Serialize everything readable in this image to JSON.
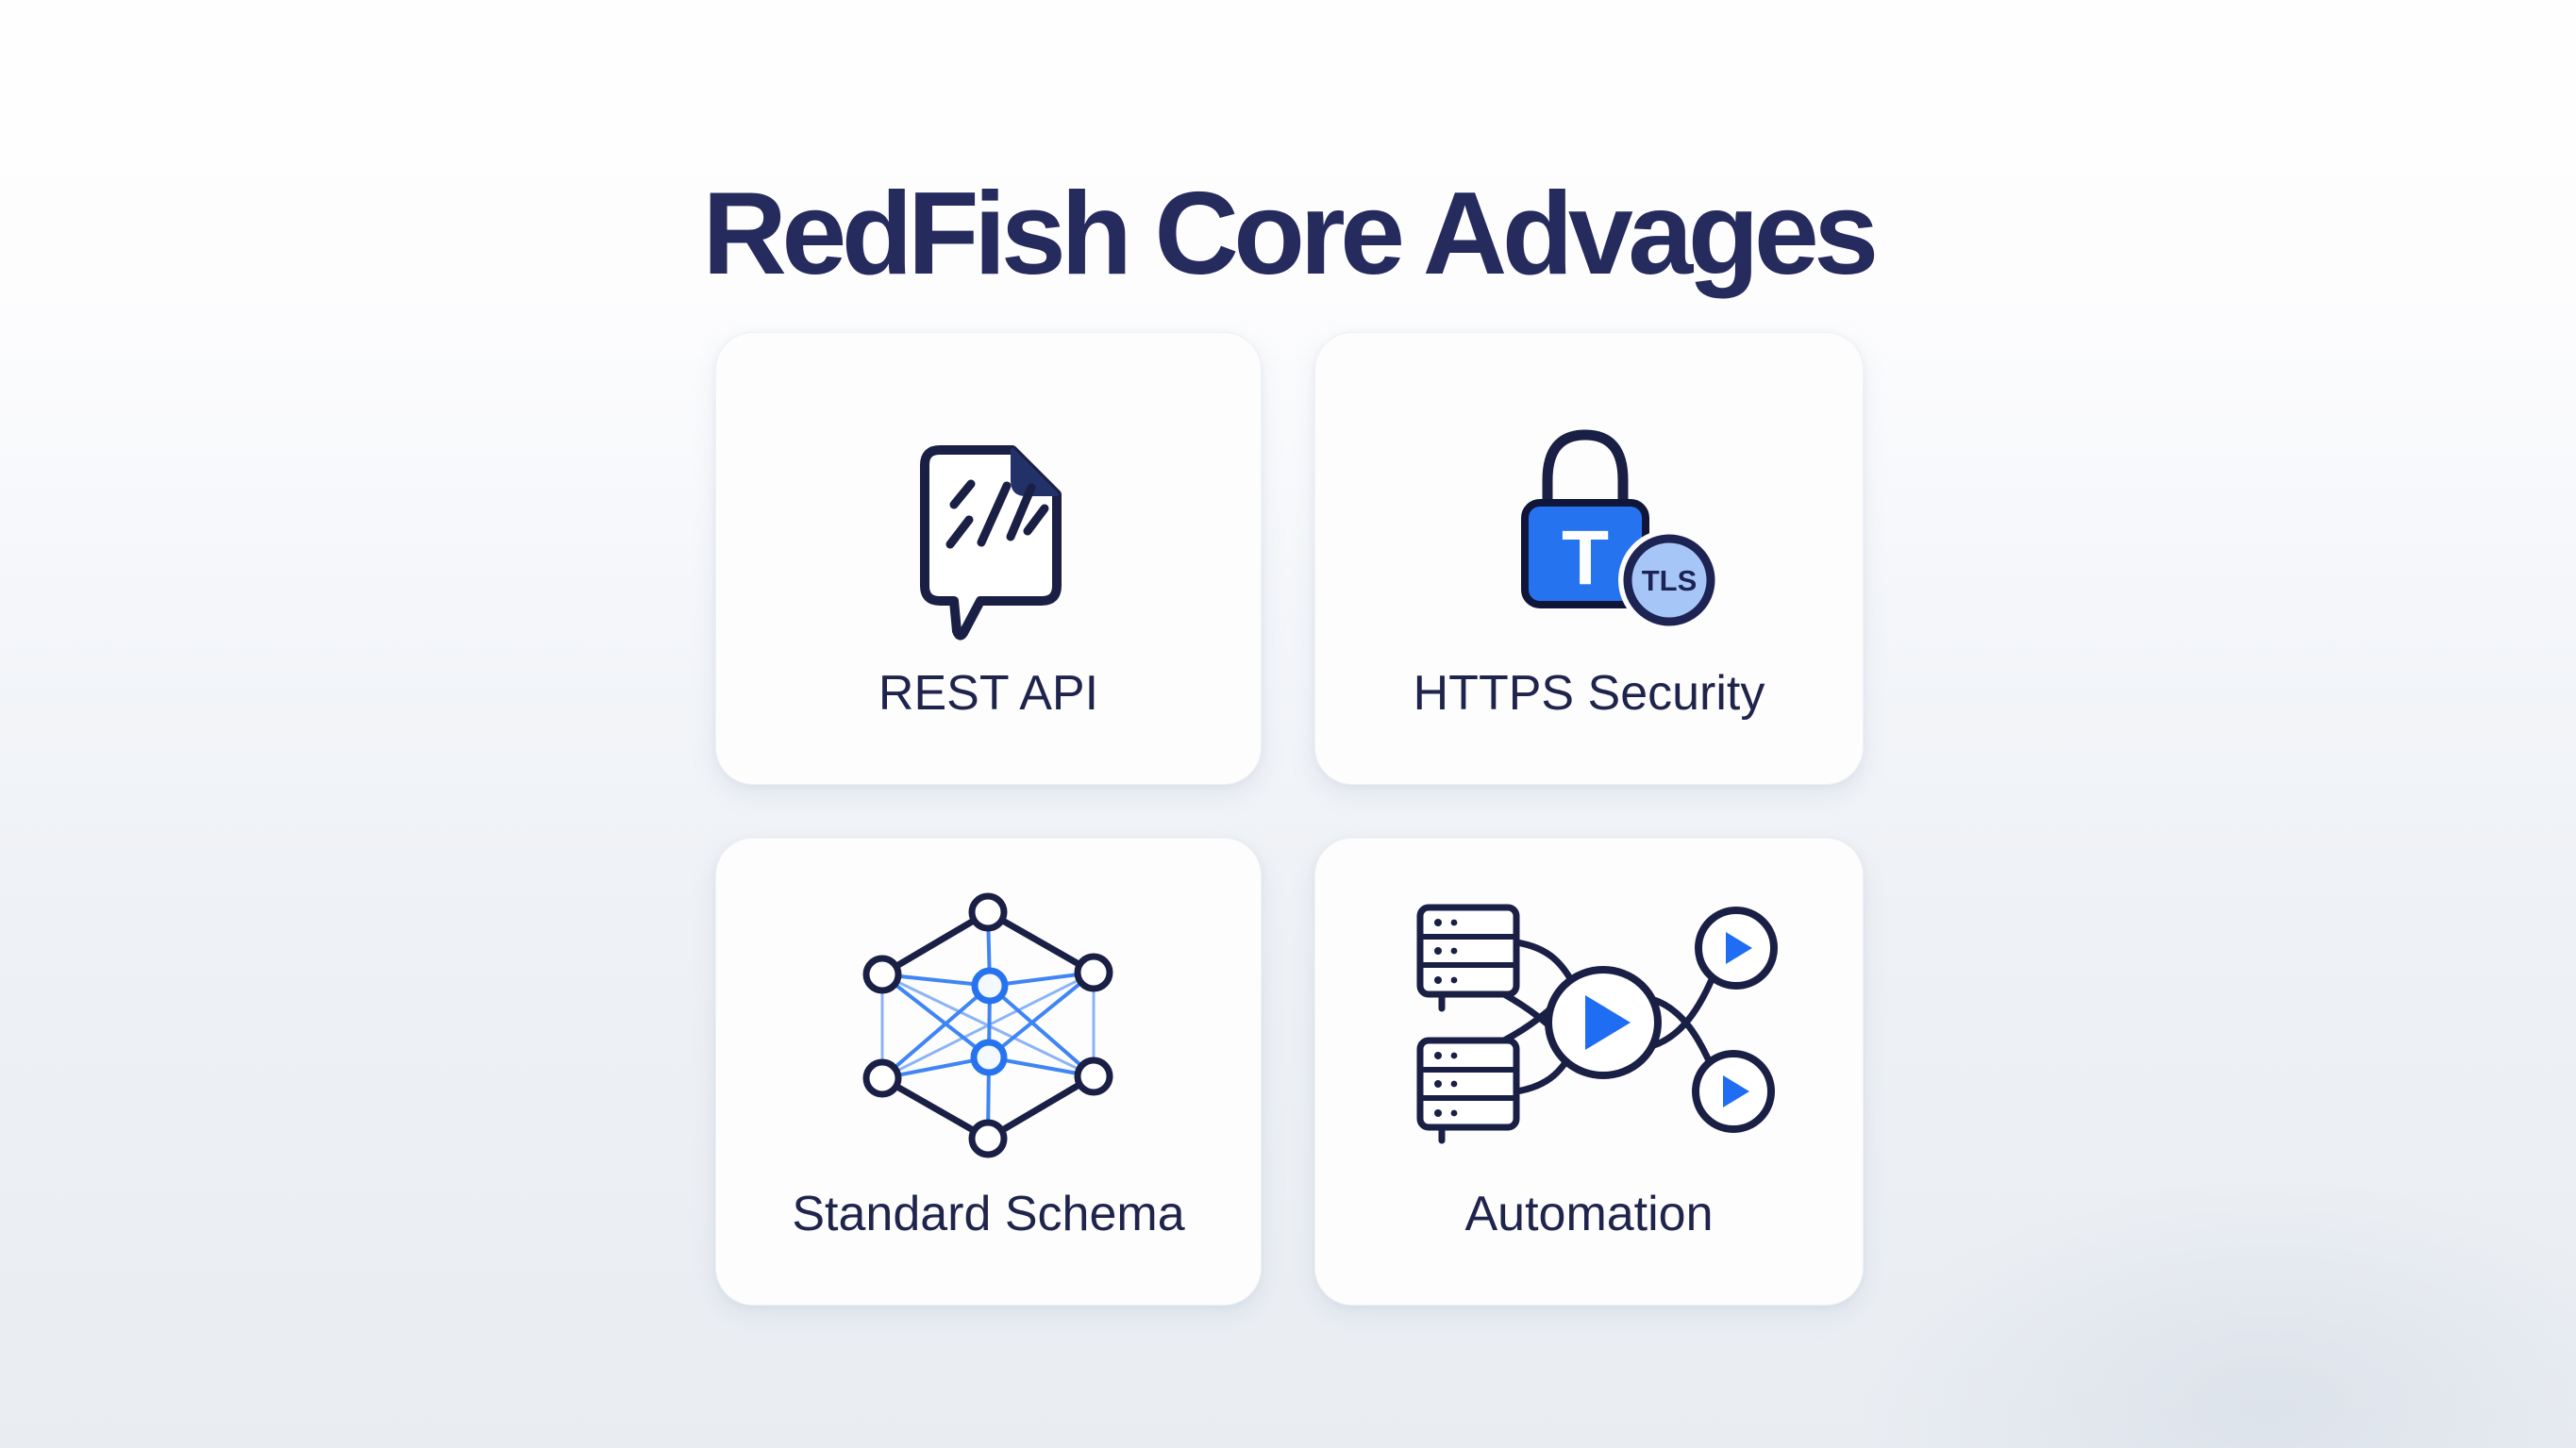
{
  "title": "RedFish Core Advages",
  "cards": [
    {
      "label": "REST API",
      "icon": "document-code-speech"
    },
    {
      "label": "HTTPS Security",
      "icon": "padlock-tls",
      "lock_letter": "T",
      "badge_label": "TLS"
    },
    {
      "label": "Standard Schema",
      "icon": "network-graph"
    },
    {
      "label": "Automation",
      "icon": "servers-play-workflow"
    }
  ],
  "colors": {
    "title_navy": "#262b5e",
    "outline_navy": "#1a2045",
    "label_navy": "#1f244c",
    "accent_blue": "#2673f0",
    "play_blue": "#1f6df2",
    "line_blue": "#3f85f4",
    "line_blue_light": "#8ab4f8",
    "badge_light_blue": "#a6c6f7",
    "badge_ring_navy": "#1d2453",
    "card_bg": "#fdfdfd",
    "page_bg_top": "#fefefe",
    "page_bg_bottom": "#e9edf2"
  }
}
